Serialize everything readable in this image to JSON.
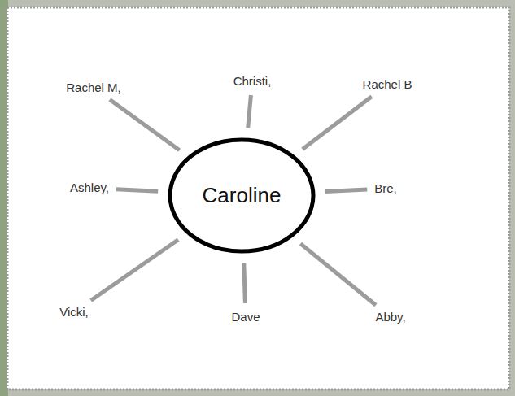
{
  "diagram": {
    "nodes": [
      {
        "text": [
          "Rachel M,"
        ]
      },
      {
        "text": [
          "Christi,"
        ]
      },
      {
        "text": [
          "Rachel B"
        ]
      },
      {
        "text": [
          "Ashley,"
        ]
      },
      {
        "text": [
          "Caroline"
        ]
      },
      {
        "text": [
          "Bre,"
        ]
      },
      {
        "text": [
          "Vicki,"
        ]
      },
      {
        "text": [
          "Dave"
        ]
      },
      {
        "text": [
          "Abby,"
        ]
      }
    ],
    "edges": [
      {
        "from": 4,
        "to": 0,
        "arrow": "none"
      },
      {
        "from": 4,
        "to": 1,
        "arrow": "none"
      },
      {
        "from": 4,
        "to": 2,
        "arrow": "none"
      },
      {
        "from": 4,
        "to": 3,
        "arrow": "none"
      },
      {
        "from": 4,
        "to": 5,
        "arrow": "none"
      },
      {
        "from": 4,
        "to": 6,
        "arrow": "none"
      },
      {
        "from": 4,
        "to": 7,
        "arrow": "none"
      },
      {
        "from": 4,
        "to": 8,
        "arrow": "none"
      }
    ]
  }
}
